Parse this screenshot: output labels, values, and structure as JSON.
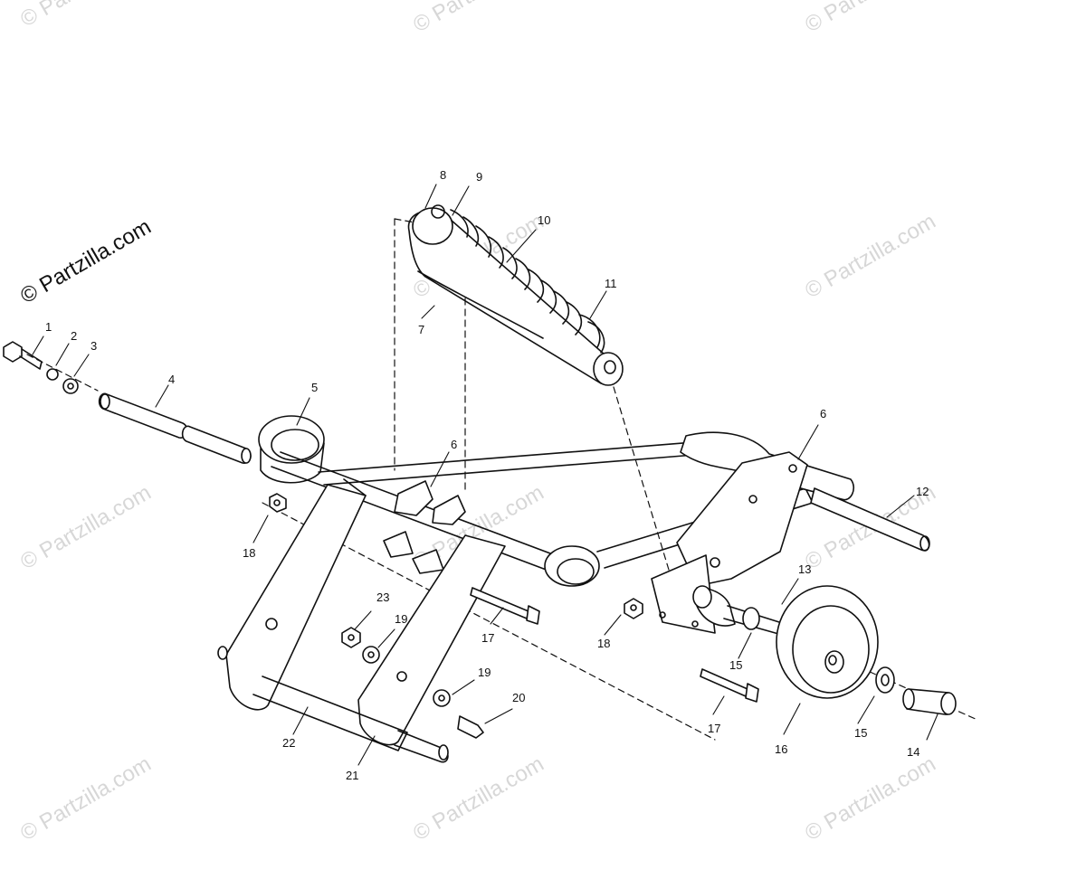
{
  "watermark": {
    "main_text": "© Partzilla.com",
    "faded_text": "© Partzilla.com"
  },
  "callouts": [
    {
      "id": "c1",
      "label": "1"
    },
    {
      "id": "c2",
      "label": "2"
    },
    {
      "id": "c3",
      "label": "3"
    },
    {
      "id": "c4",
      "label": "4"
    },
    {
      "id": "c5",
      "label": "5"
    },
    {
      "id": "c6a",
      "label": "6"
    },
    {
      "id": "c6b",
      "label": "6"
    },
    {
      "id": "c7",
      "label": "7"
    },
    {
      "id": "c8",
      "label": "8"
    },
    {
      "id": "c9",
      "label": "9"
    },
    {
      "id": "c10",
      "label": "10"
    },
    {
      "id": "c11",
      "label": "11"
    },
    {
      "id": "c12",
      "label": "12"
    },
    {
      "id": "c13",
      "label": "13"
    },
    {
      "id": "c14",
      "label": "14"
    },
    {
      "id": "c15a",
      "label": "15"
    },
    {
      "id": "c15b",
      "label": "15"
    },
    {
      "id": "c16",
      "label": "16"
    },
    {
      "id": "c17a",
      "label": "17"
    },
    {
      "id": "c17b",
      "label": "17"
    },
    {
      "id": "c18a",
      "label": "18"
    },
    {
      "id": "c18b",
      "label": "18"
    },
    {
      "id": "c19a",
      "label": "19"
    },
    {
      "id": "c19b",
      "label": "19"
    },
    {
      "id": "c20",
      "label": "20"
    },
    {
      "id": "c21",
      "label": "21"
    },
    {
      "id": "c22",
      "label": "22"
    },
    {
      "id": "c23",
      "label": "23"
    }
  ]
}
